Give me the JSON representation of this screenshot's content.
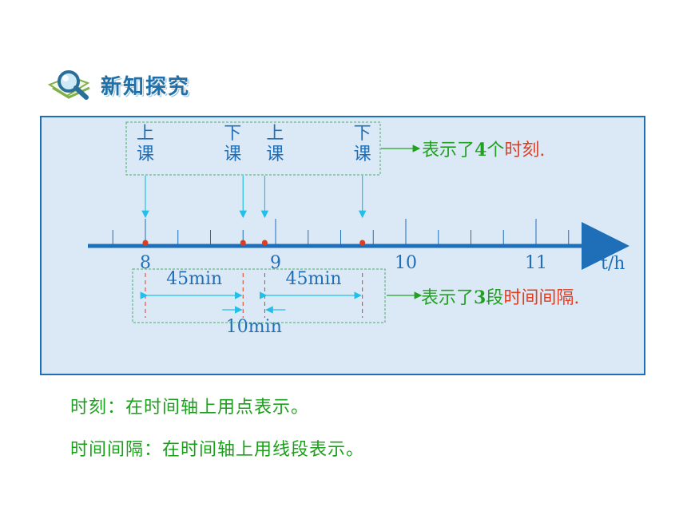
{
  "header": {
    "title": "新知探究"
  },
  "diagram": {
    "events": [
      {
        "label": "上课",
        "time": 8
      },
      {
        "label": "下课",
        "time": 8.75
      },
      {
        "label": "上课",
        "time": 8.9167
      },
      {
        "label": "下课",
        "time": 9.6667
      }
    ],
    "axis": {
      "ticks": [
        "8",
        "9",
        "10",
        "11"
      ],
      "unit": "t/h",
      "range": [
        7.6,
        11.3
      ]
    },
    "intervals": [
      {
        "label": "45min",
        "from": 8,
        "to": 8.75
      },
      {
        "label": "10min",
        "from": 8.75,
        "to": 8.9167
      },
      {
        "label": "45min",
        "from": 8.9167,
        "to": 9.6667
      }
    ],
    "note_moments": {
      "prefix": "表示了",
      "count": "4",
      "unit": "个",
      "emph": "时刻",
      "end": "."
    },
    "note_intervals": {
      "prefix": "表示了",
      "count": "3",
      "unit": "段",
      "emph": "时间间隔",
      "end": "."
    }
  },
  "definitions": [
    "时刻：在时间轴上用点表示。",
    "时间间隔：在时间轴上用线段表示。"
  ],
  "colors": {
    "axis": "#1f6fb8",
    "dot": "#e03c1e",
    "arrow": "#22c0e8",
    "green": "#22a022",
    "red": "#e03c1e",
    "box": "#4aae6a"
  }
}
